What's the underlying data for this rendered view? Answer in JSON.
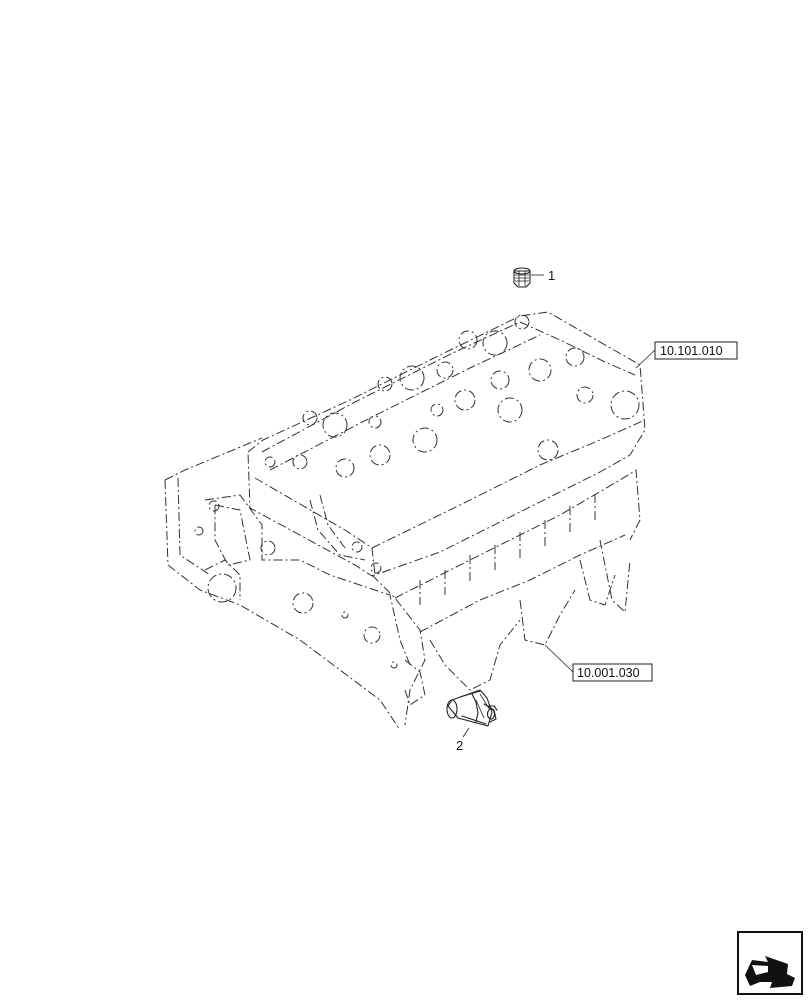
{
  "parts": [
    {
      "number": "1"
    },
    {
      "number": "2"
    }
  ],
  "references": [
    {
      "label": "10.101.010"
    },
    {
      "label": "10.001.030"
    }
  ],
  "icons": {
    "navigation": "return-arrow-icon"
  },
  "colors": {
    "line": "#222222",
    "background": "#ffffff"
  }
}
